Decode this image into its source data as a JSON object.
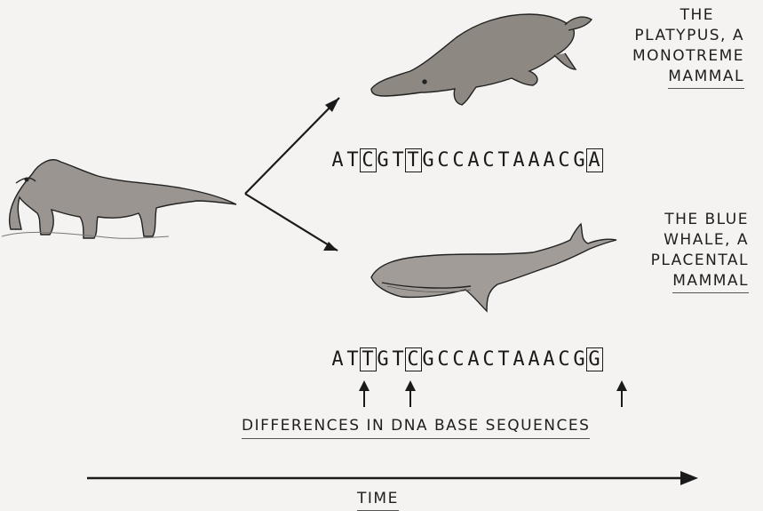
{
  "platypus_label": [
    "THE",
    "PLATYPUS, A",
    "MONOTREME",
    "MAMMAL"
  ],
  "whale_label": [
    "THE BLUE",
    "WHALE, A",
    "PLACENTAL",
    "MAMMAL"
  ],
  "platypus_sequence": {
    "bases": [
      "A",
      "T",
      "C",
      "G",
      "T",
      "T",
      "G",
      "C",
      "C",
      "A",
      "C",
      "T",
      "A",
      "A",
      "A",
      "C",
      "G",
      "A"
    ],
    "boxed": [
      2,
      5,
      17
    ]
  },
  "whale_sequence": {
    "bases": [
      "A",
      "T",
      "T",
      "G",
      "T",
      "C",
      "G",
      "C",
      "C",
      "A",
      "C",
      "T",
      "A",
      "A",
      "A",
      "C",
      "G",
      "G"
    ],
    "boxed": [
      2,
      5,
      17
    ]
  },
  "differences_label": "DIFFERENCES IN DNA BASE SEQUENCES",
  "time_label": "TIME",
  "colors": {
    "ink": "#1c1c1c",
    "paper": "#f4f3f1",
    "animal_fill": "#9a9590"
  }
}
